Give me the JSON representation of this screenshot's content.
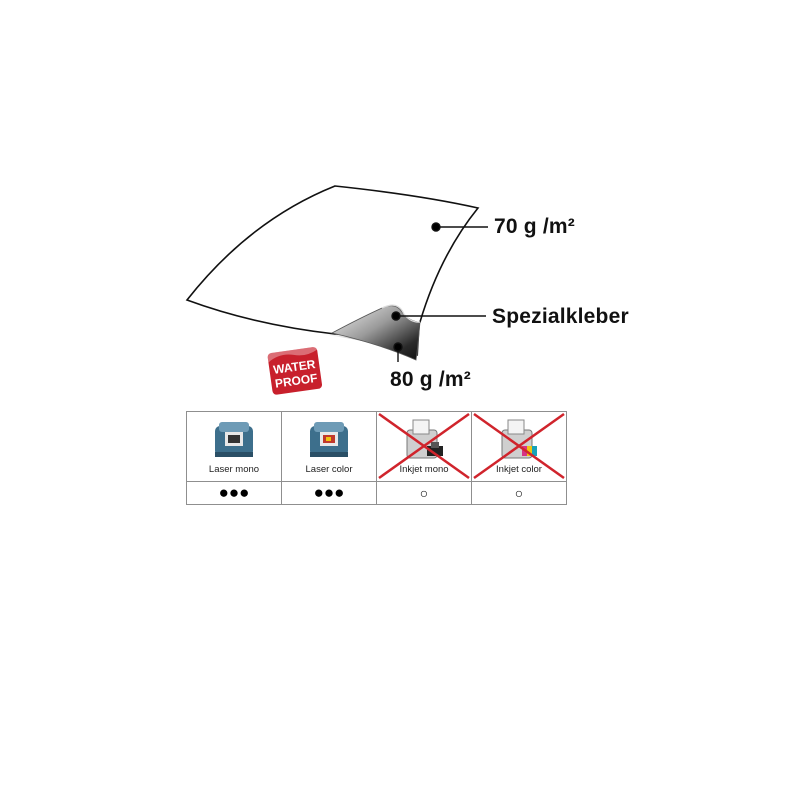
{
  "labels": {
    "top_layer": "70 g /m²",
    "adhesive": "Spezialkleber",
    "bottom_layer": "80 g /m²"
  },
  "badge": {
    "line1": "WATER",
    "line2": "PROOF",
    "color": "#c8202c"
  },
  "compatibility": [
    {
      "label": "Laser mono",
      "icon": "laser-printer-mono-icon",
      "rating": "●●●",
      "supported": true
    },
    {
      "label": "Laser color",
      "icon": "laser-printer-color-icon",
      "rating": "●●●",
      "supported": true
    },
    {
      "label": "Inkjet mono",
      "icon": "inkjet-printer-mono-icon",
      "rating": "○",
      "supported": false
    },
    {
      "label": "Inkjet color",
      "icon": "inkjet-printer-color-icon",
      "rating": "○",
      "supported": false
    }
  ],
  "colors": {
    "cross": "#d0242c",
    "printer_body": "#3d6f8c",
    "grid": "#8f8f8f"
  }
}
